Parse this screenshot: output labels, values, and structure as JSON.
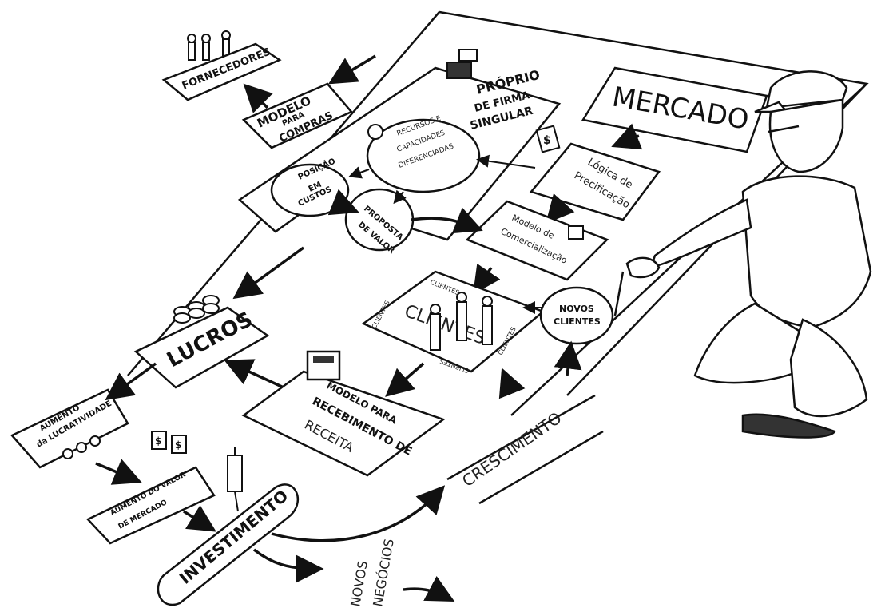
{
  "labels": {
    "mercado": "MERCADO",
    "fornecedores": "FORNECEDORES",
    "modelo_compras": [
      "MODELO",
      "PARA",
      "COMPRAS"
    ],
    "proprio": [
      "PRÓPRIO",
      "DE FIRMA",
      "SINGULAR"
    ],
    "recursos": [
      "RECURSOS E",
      "CAPACIDADES",
      "DIFERENCIADAS"
    ],
    "posicao_custos": [
      "POSIÇÃO",
      "EM",
      "CUSTOS"
    ],
    "proposta_valor": [
      "PROPOSTA",
      "DE VALOR"
    ],
    "logica_precificacao": [
      "Lógica de",
      "Precificação"
    ],
    "modelo_comercializacao": [
      "Modelo de",
      "Comercialização"
    ],
    "clientes_center": "CLIENTES",
    "clientes_small": "CLIENTES",
    "novos_clientes": [
      "NOVOS",
      "CLIENTES"
    ],
    "lucros": "LUCROS",
    "aumento_lucratividade": [
      "AUMENTO",
      "da LUCRATIVIDADE"
    ],
    "aumento_valor": [
      "AUMENTO DO VALOR",
      "DE MERCADO"
    ],
    "modelo_recebimento": [
      "MODELO PARA",
      "RECEBIMENTO DE",
      "RECEITA"
    ],
    "investimento": "INVESTIMENTO",
    "crescimento": "CRESCIMENTO",
    "novos_negocios": [
      "NOVOS",
      "NEGÓCIOS"
    ],
    "dollar_sign": "$"
  }
}
